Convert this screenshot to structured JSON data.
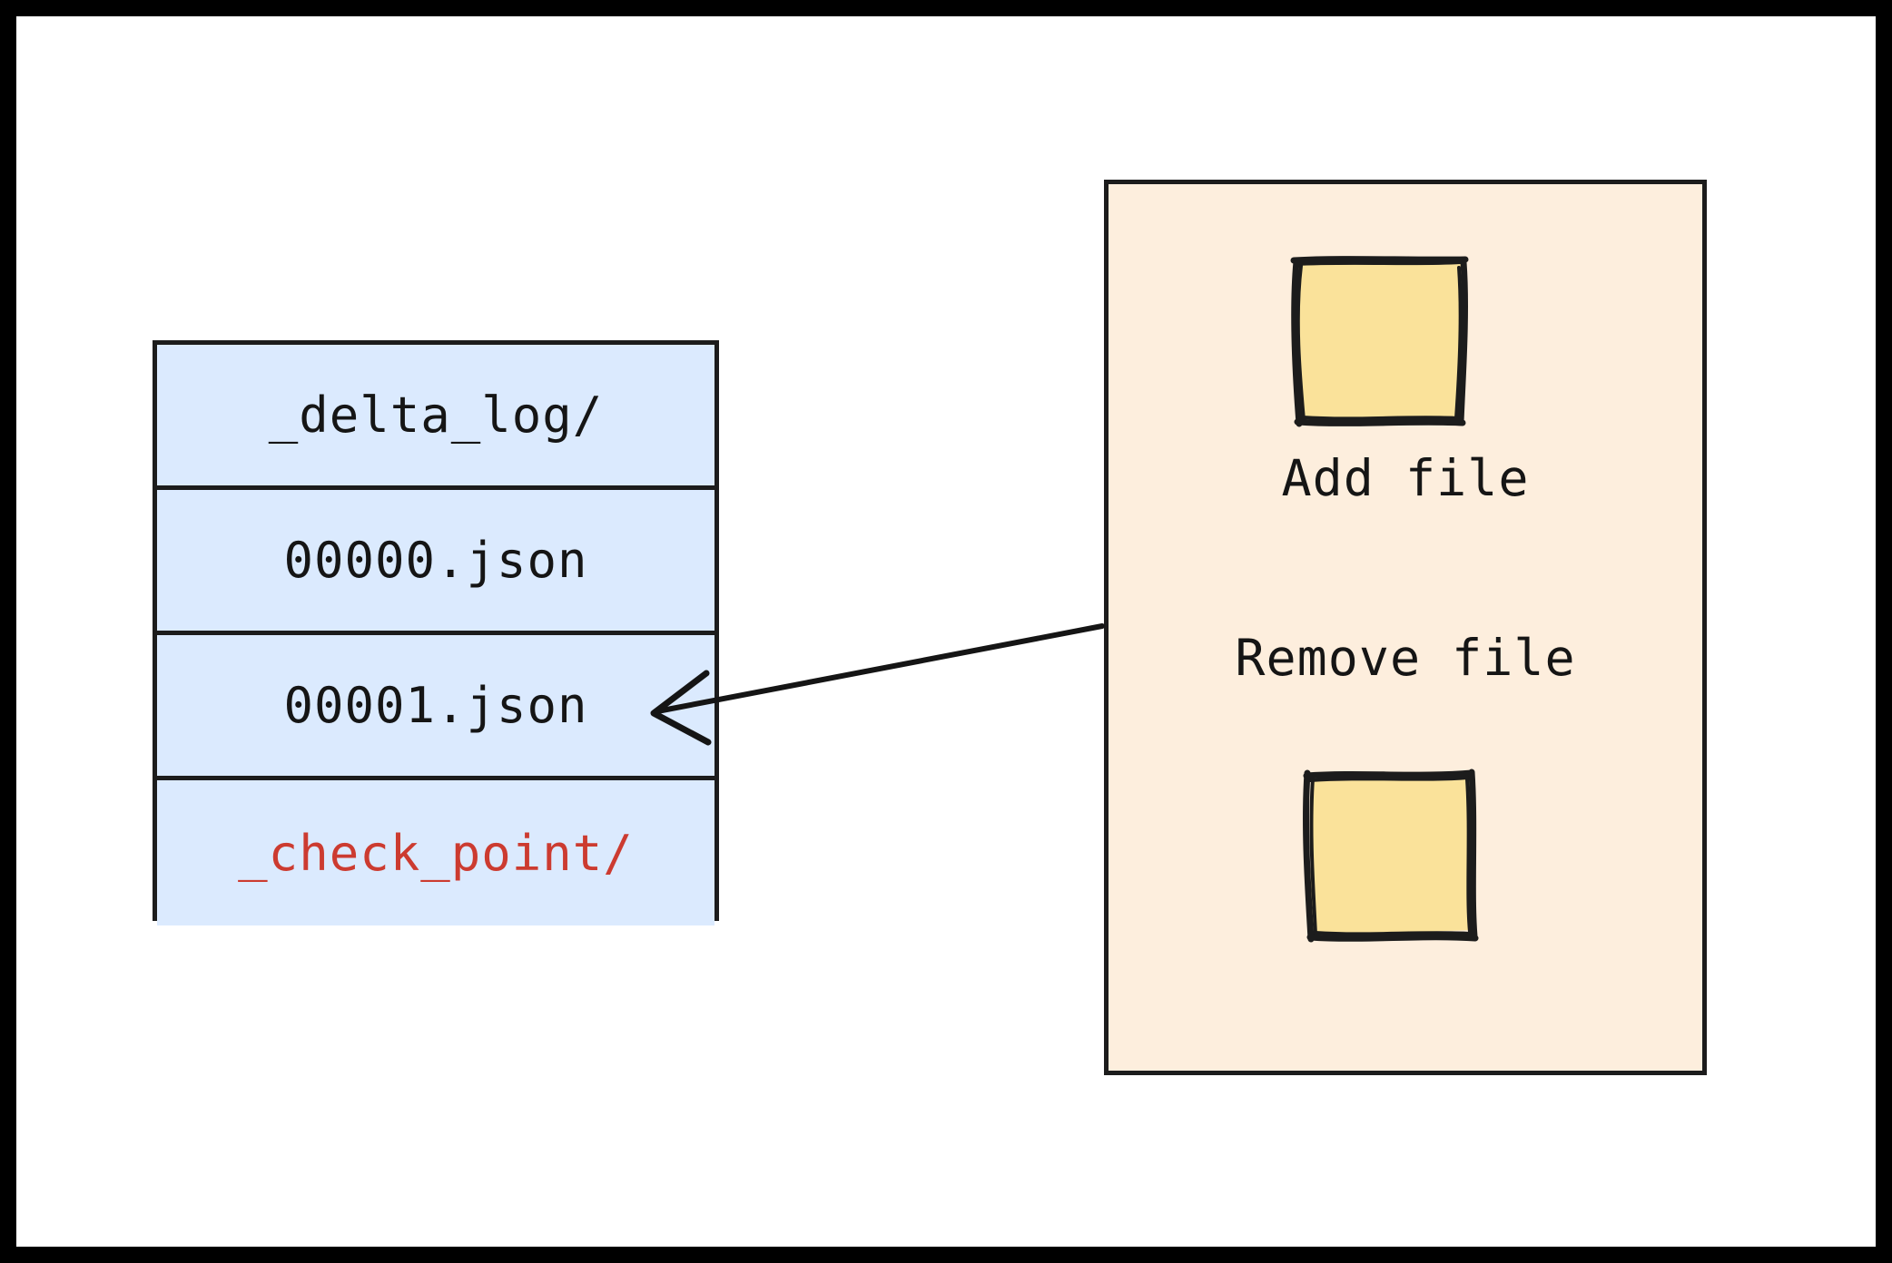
{
  "canvas": {
    "background": "#ffffff",
    "frame_color": "#000000"
  },
  "file_table": {
    "name": "delta-log-file-listing",
    "fill": "#dbeafe",
    "border_color": "#1c1c1c",
    "rows": [
      {
        "label": "_delta_log/",
        "color": "#151515",
        "kind": "directory"
      },
      {
        "label": "00000.json",
        "color": "#151515",
        "kind": "file"
      },
      {
        "label": "00001.json",
        "color": "#151515",
        "kind": "file"
      },
      {
        "label": "_check_point/",
        "color": "#cc3b30",
        "kind": "directory"
      }
    ]
  },
  "action_panel": {
    "name": "commit-actions-panel",
    "fill": "#fdeedd",
    "border_color": "#1c1c1c",
    "sticky_fill": "#fae29a",
    "sticky_stroke": "#1c1c1c",
    "items": [
      {
        "label": "Add file",
        "icon": "sticky-note-icon"
      },
      {
        "label": "Remove file",
        "icon": "sticky-note-icon"
      }
    ]
  },
  "connector": {
    "name": "panel-to-row-arrow",
    "color": "#151515",
    "from": "action_panel",
    "to": "00001.json",
    "direction": "left"
  }
}
